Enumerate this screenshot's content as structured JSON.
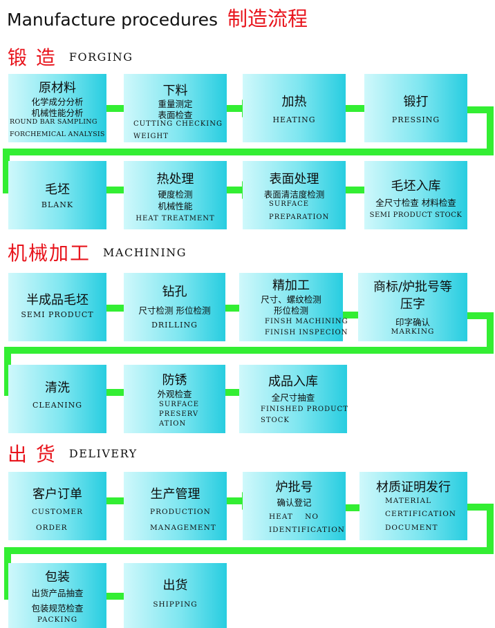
{
  "header": {
    "title_en": "Manufacture procedures",
    "title_cn": "制造流程"
  },
  "sections": {
    "forging": {
      "cn": "锻 造",
      "en": "FORGING",
      "steps": [
        {
          "lines": [
            "原材料",
            "化学成分分析",
            "机械性能分析",
            "ROUND BAR SAMPLING",
            "FORCHEMICAL ANALYSIS"
          ]
        },
        {
          "lines": [
            "下料",
            "重量测定",
            "表面检查",
            "CUTTING CHECKING",
            "WEIGHT"
          ]
        },
        {
          "lines": [
            "加热",
            "HEATING"
          ]
        },
        {
          "lines": [
            "锻打",
            "PRESSING"
          ]
        },
        {
          "lines": [
            "毛坯",
            "BLANK"
          ]
        },
        {
          "lines": [
            "热处理",
            "硬度检测",
            "机械性能",
            "HEAT TREATMENT"
          ]
        },
        {
          "lines": [
            "表面处理",
            "表面清洁度检测",
            "SURFACE",
            "PREPARATION"
          ]
        },
        {
          "lines": [
            "毛坯入库",
            "全尺寸检查 材料检查",
            "SEMI PRODUCT STOCK"
          ]
        }
      ]
    },
    "machining": {
      "cn": "机械加工",
      "en": "MACHINING",
      "steps": [
        {
          "lines": [
            "半成品毛坯",
            "SEMI PRODUCT"
          ]
        },
        {
          "lines": [
            "钻孔",
            "尺寸检测 形位检测",
            "DRILLING"
          ]
        },
        {
          "lines": [
            "精加工",
            "尺寸、螺纹检测",
            "形位检测",
            "FINSH MACHINING",
            "FINISH INSPECION"
          ]
        },
        {
          "lines": [
            "商标/炉批号等",
            "压字",
            "印字确认",
            "MARKING"
          ]
        },
        {
          "lines": [
            "清洗",
            "CLEANING"
          ]
        },
        {
          "lines": [
            "防锈",
            "外观检查",
            "SURFACE",
            "PRESERV",
            "ATION"
          ]
        },
        {
          "lines": [
            "成品入库",
            "全尺寸抽查",
            "FINISHED PRODUCT",
            "STOCK"
          ]
        }
      ]
    },
    "delivery": {
      "cn": "出 货",
      "en": "DELIVERY",
      "steps": [
        {
          "lines": [
            "客户订单",
            "CUSTOMER",
            "ORDER"
          ]
        },
        {
          "lines": [
            "生产管理",
            "PRODUCTION",
            "MANAGEMENT"
          ]
        },
        {
          "lines": [
            "炉批号",
            "确认登记",
            "HEAT    NO",
            "IDENTIFICATION"
          ]
        },
        {
          "lines": [
            "材质证明发行",
            "MATERIAL",
            "CERTIFICATION",
            "DOCUMENT"
          ]
        },
        {
          "lines": [
            "包装",
            "出货产品抽查",
            "包装规范检查",
            "PACKING"
          ]
        },
        {
          "lines": [
            "出货",
            "SHIPPING"
          ]
        }
      ]
    }
  },
  "colors": {
    "arrow": "#33ee33",
    "heading": "#e8141c",
    "box_light": "#cff8fb",
    "box_dark": "#28cde0"
  }
}
